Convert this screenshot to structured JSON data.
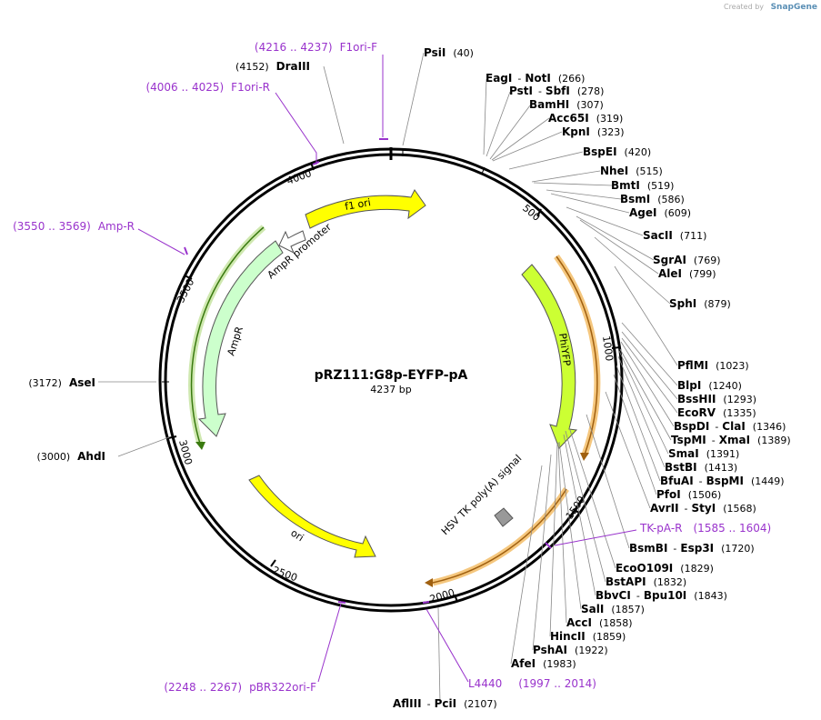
{
  "creator": {
    "prefix": "Created by",
    "brand": "SnapGene"
  },
  "plasmid": {
    "name": "pRZ111:G8p-EYFP-pA",
    "size_label": "4237 bp",
    "length": 4237
  },
  "ticks": [
    "500",
    "1000",
    "1500",
    "2000",
    "2500",
    "3000",
    "3500",
    "4000"
  ],
  "sites": [
    {
      "name": "PsiI",
      "pos": "(40)"
    },
    {
      "name": "EagI",
      "sep": "-",
      "name2": "NotI",
      "pos": "(266)"
    },
    {
      "name": "PstI",
      "sep": "-",
      "name2": "SbfI",
      "pos": "(278)"
    },
    {
      "name": "BamHI",
      "pos": "(307)"
    },
    {
      "name": "Acc65I",
      "pos": "(319)"
    },
    {
      "name": "KpnI",
      "pos": "(323)"
    },
    {
      "name": "BspEI",
      "pos": "(420)"
    },
    {
      "name": "NheI",
      "pos": "(515)"
    },
    {
      "name": "BmtI",
      "pos": "(519)"
    },
    {
      "name": "BsmI",
      "pos": "(586)"
    },
    {
      "name": "AgeI",
      "pos": "(609)"
    },
    {
      "name": "SacII",
      "pos": "(711)"
    },
    {
      "name": "SgrAI",
      "pos": "(769)"
    },
    {
      "name": "AleI",
      "pos": "(799)"
    },
    {
      "name": "SphI",
      "pos": "(879)"
    },
    {
      "name": "PflMI",
      "pos": "(1023)"
    },
    {
      "name": "BlpI",
      "pos": "(1240)"
    },
    {
      "name": "BssHII",
      "pos": "(1293)"
    },
    {
      "name": "EcoRV",
      "pos": "(1335)"
    },
    {
      "name": "BspDI",
      "sep": "-",
      "name2": "ClaI",
      "pos": "(1346)"
    },
    {
      "name": "TspMI",
      "sep": "-",
      "name2": "XmaI",
      "pos": "(1389)"
    },
    {
      "name": "SmaI",
      "pos": "(1391)"
    },
    {
      "name": "BstBI",
      "pos": "(1413)"
    },
    {
      "name": "BfuAI",
      "sep": "-",
      "name2": "BspMI",
      "pos": "(1449)"
    },
    {
      "name": "PfoI",
      "pos": "(1506)"
    },
    {
      "name": "AvrII",
      "sep": "-",
      "name2": "StyI",
      "pos": "(1568)"
    },
    {
      "name": "BsmBI",
      "sep": "-",
      "name2": "Esp3I",
      "pos": "(1720)"
    },
    {
      "name": "EcoO109I",
      "pos": "(1829)"
    },
    {
      "name": "BstAPI",
      "pos": "(1832)"
    },
    {
      "name": "BbvCI",
      "sep": "-",
      "name2": "Bpu10I",
      "pos": "(1843)"
    },
    {
      "name": "SalI",
      "pos": "(1857)"
    },
    {
      "name": "AccI",
      "pos": "(1858)"
    },
    {
      "name": "HincII",
      "pos": "(1859)"
    },
    {
      "name": "PshAI",
      "pos": "(1922)"
    },
    {
      "name": "AfeI",
      "pos": "(1983)"
    },
    {
      "name": "AflIII",
      "sep": "-",
      "name2": "PciI",
      "pos": "(2107)"
    },
    {
      "name": "AhdI",
      "pos": "(3000)"
    },
    {
      "name": "AseI",
      "pos": "(3172)"
    },
    {
      "name": "DraIII",
      "pos": "(4152)"
    }
  ],
  "primers": [
    {
      "name": "F1ori-F",
      "range": "(4216 .. 4237)"
    },
    {
      "name": "F1ori-R",
      "range": "(4006 .. 4025)"
    },
    {
      "name": "Amp-R",
      "range": "(3550 .. 3569)"
    },
    {
      "name": "TK-pA-R",
      "range": "(1585 .. 1604)"
    },
    {
      "name": "L4440",
      "range": "(1997 .. 2014)"
    },
    {
      "name": "pBR322ori-F",
      "range": "(2248 .. 2267)"
    }
  ],
  "features": {
    "f1ori": "f1 ori",
    "ampr_promoter": "AmpR promoter",
    "ampr": "AmpR",
    "phiyfp": "PhiYFP",
    "hsv": "HSV TK poly(A) signal",
    "ori": "ori"
  },
  "colors": {
    "yellow": "#ffff00",
    "yellow_green": "#ccff33",
    "light_green": "#ccffcc",
    "promoter": "#ffffff",
    "orange_highlight": "#f5c77e",
    "primer": "#9933cc",
    "terminator": "#999999"
  }
}
